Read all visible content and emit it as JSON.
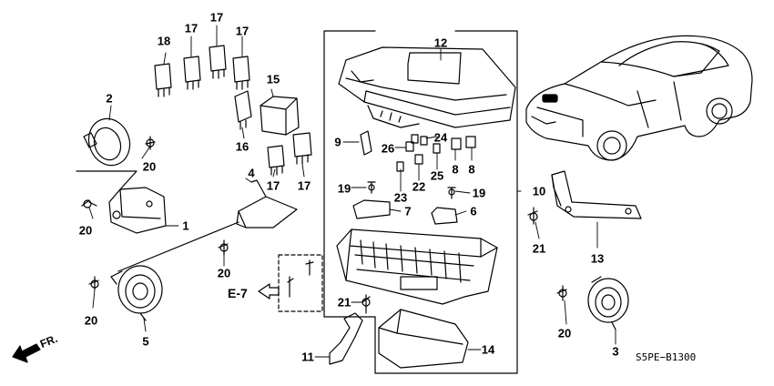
{
  "diagram_code": "S5PE−B1300",
  "direction_label": "FR.",
  "section_ref": "E-7",
  "callouts": {
    "c1": "1",
    "c2": "2",
    "c3": "3",
    "c4": "4",
    "c5": "5",
    "c6": "6",
    "c7": "7",
    "c8a": "8",
    "c8b": "8",
    "c9": "9",
    "c10": "10",
    "c11": "11",
    "c12": "12",
    "c13": "13",
    "c14": "14",
    "c15": "15",
    "c16": "16",
    "c17a": "17",
    "c17b": "17",
    "c17c": "17",
    "c17d": "17",
    "c17e": "17",
    "c18": "18",
    "c19a": "19",
    "c19b": "19",
    "c20a": "20",
    "c20b": "20",
    "c20c": "20",
    "c20d": "20",
    "c20e": "20",
    "c21a": "21",
    "c21b": "21",
    "c22": "22",
    "c23": "23",
    "c24": "24",
    "c25": "25",
    "c26": "26"
  }
}
